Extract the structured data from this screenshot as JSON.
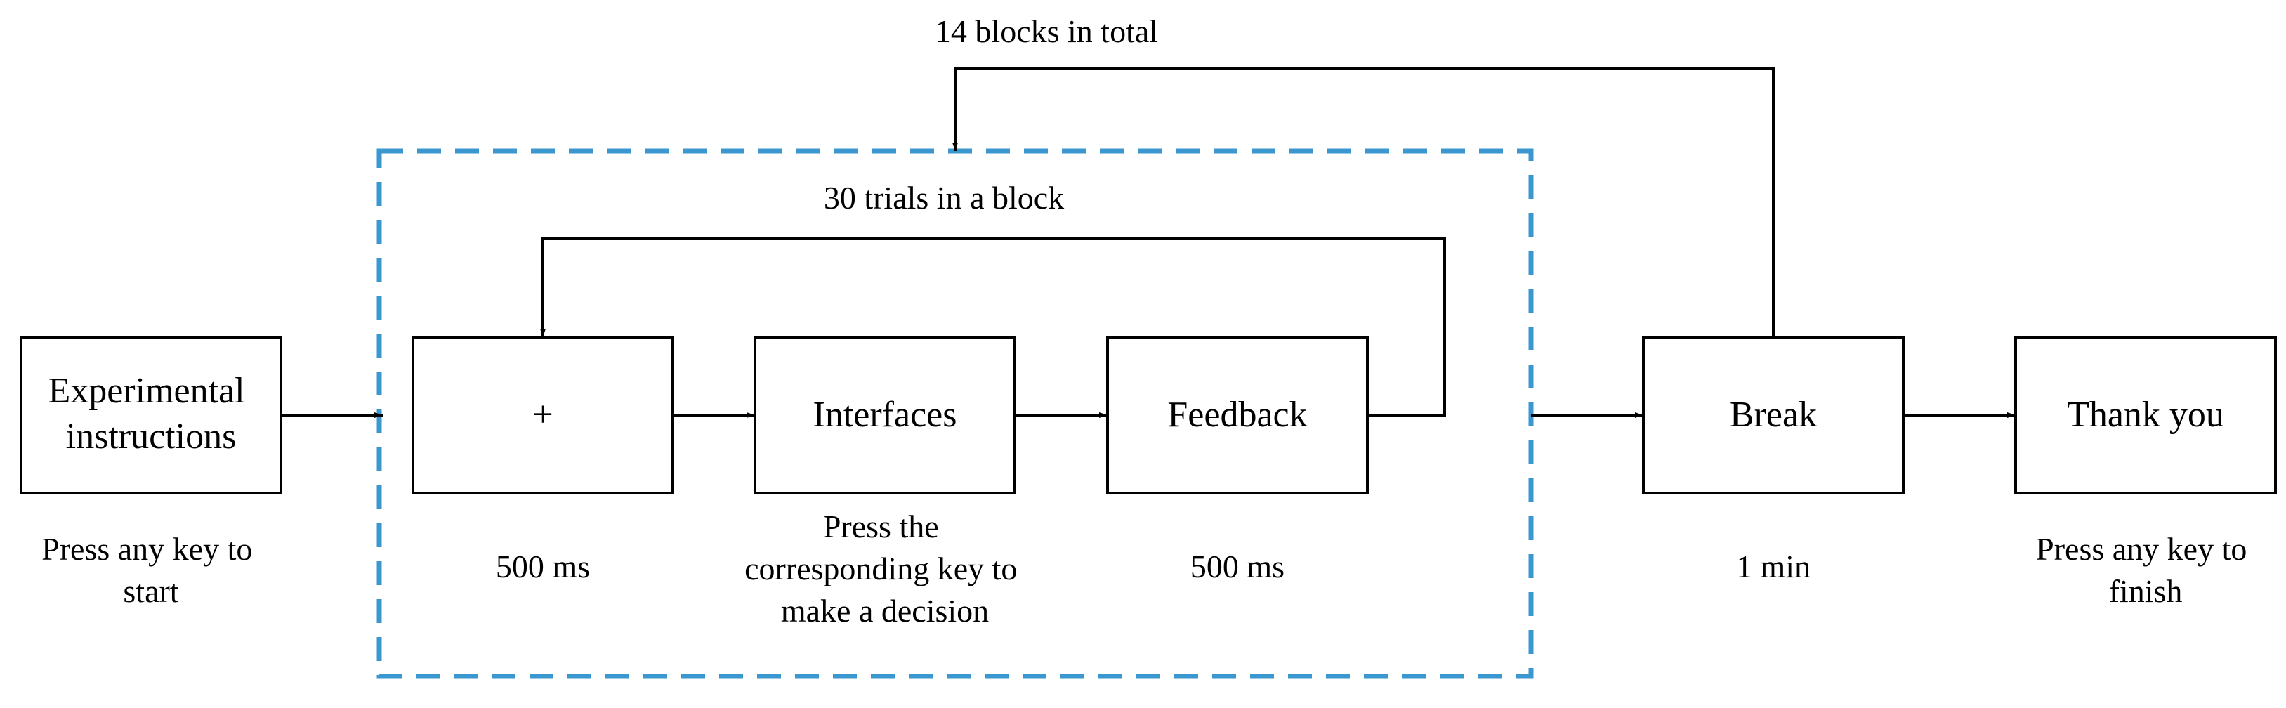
{
  "colors": {
    "block_frame": "#3a97d0",
    "lines": "#000000",
    "text": "#000000"
  },
  "steps": {
    "instructions": {
      "label": [
        "Experimental",
        "instructions"
      ],
      "note": [
        "Press any key to",
        "start"
      ]
    },
    "fixation": {
      "label": "+",
      "note": "500 ms"
    },
    "interfaces": {
      "label": "Interfaces",
      "note": [
        "Press the",
        "corresponding key to",
        "make a decision"
      ]
    },
    "feedback": {
      "label": "Feedback",
      "note": "500 ms"
    },
    "break": {
      "label": "Break",
      "note": "1 min"
    },
    "thank_you": {
      "label": "Thank you",
      "note": [
        "Press any key to",
        "finish"
      ]
    }
  },
  "loops": {
    "trials": "30 trials in a block",
    "blocks": "14 blocks in total"
  }
}
